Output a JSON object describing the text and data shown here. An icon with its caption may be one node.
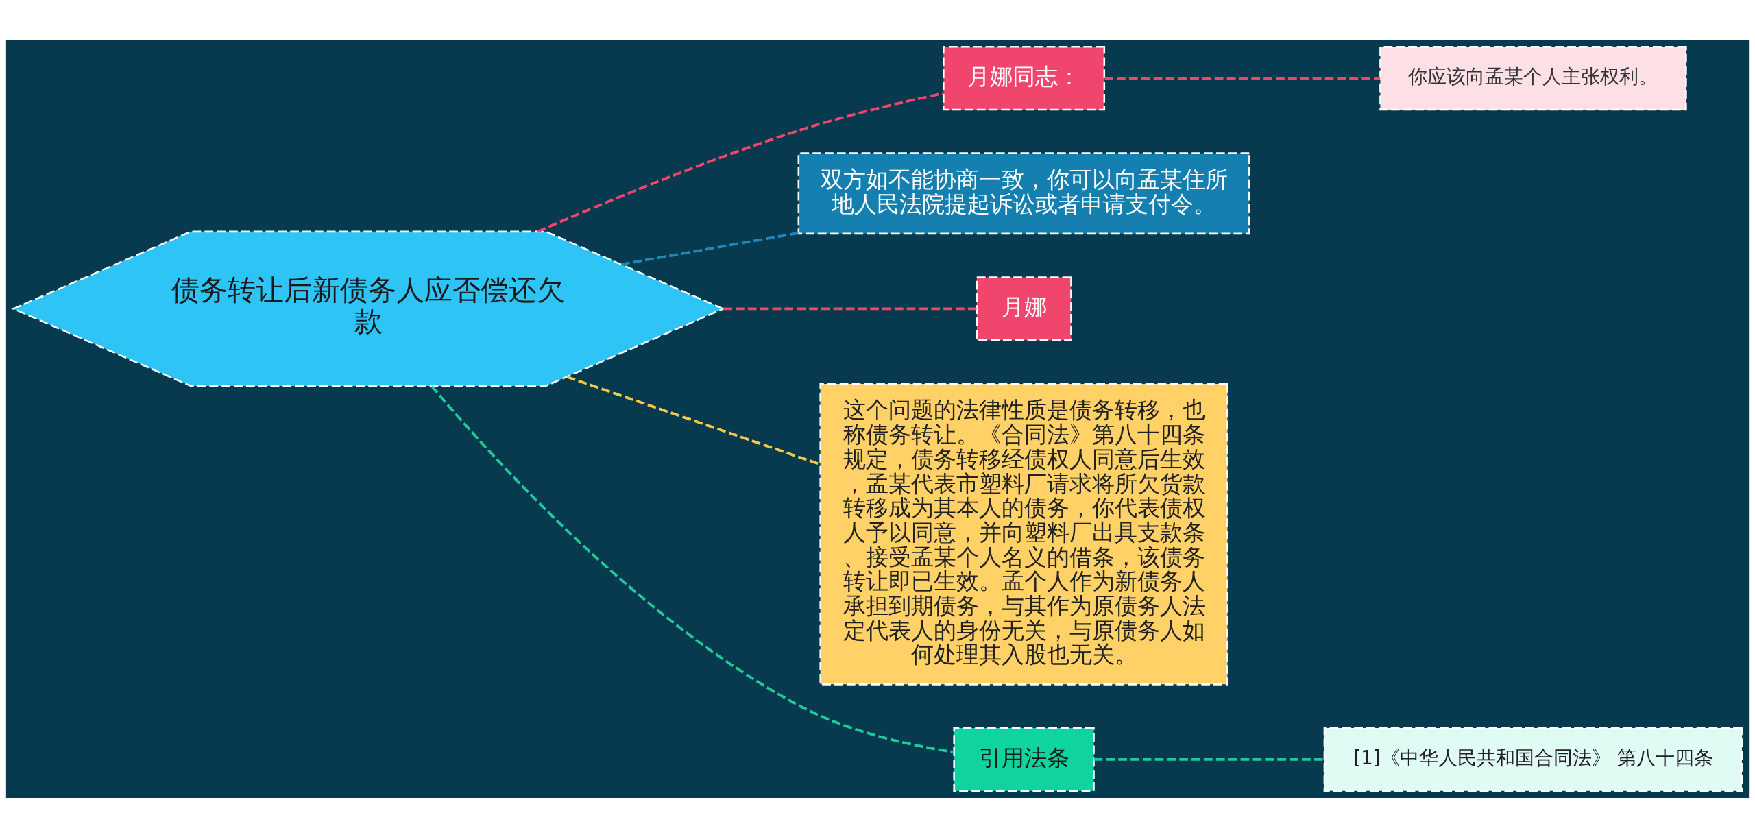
{
  "diagram": {
    "nodes": [
      {
        "text": [
          "债务转让后新债务人应否偿还欠款"
        ]
      },
      {
        "text": [
          "月娜同志："
        ]
      },
      {
        "text": [
          "你应该向孟某个人主张权利。"
        ]
      },
      {
        "text": [
          "双方如不能协商一致，你可以向孟某住所地人民法院提起诉讼或者申请支付令。"
        ]
      },
      {
        "text": [
          "月娜"
        ]
      },
      {
        "text": [
          "这个问题的法律性质是债务转移，也称债务转让。《合同法》第八十四条规定，债务转移经债权人同意后生效，孟某代表市塑料厂请求将所欠货款转移成为其本人的债务，你代表债权人予以同意，并向塑料厂出具支款条、接受孟某个人名义的借条，该债务转让即已生效。孟个人作为新债务人承担到期债务，与其作为原债务人法定代表人的身份无关，与原债务人如何处理其入股也无关。"
        ]
      },
      {
        "text": [
          "引用法条"
        ]
      },
      {
        "text": [
          "[1]《中华人民共和国合同法》 第八十四条"
        ]
      }
    ],
    "edges": [
      {
        "from": 0,
        "to": 1,
        "arrow": "none",
        "style": "dashed"
      },
      {
        "from": 1,
        "to": 2,
        "arrow": "none",
        "style": "dashed"
      },
      {
        "from": 0,
        "to": 3,
        "arrow": "none",
        "style": "dashed",
        "color": "#1e88b8"
      },
      {
        "from": 0,
        "to": 4,
        "arrow": "none",
        "style": "dashed"
      },
      {
        "from": 0,
        "to": 5,
        "arrow": "none",
        "style": "dashed",
        "color": "#f5c84c"
      },
      {
        "from": 0,
        "to": 6,
        "arrow": "none",
        "style": "dashed",
        "color": "#1fc99a"
      },
      {
        "from": 6,
        "to": 7,
        "arrow": "none",
        "style": "dashed",
        "color": "#1fc99a"
      }
    ]
  }
}
